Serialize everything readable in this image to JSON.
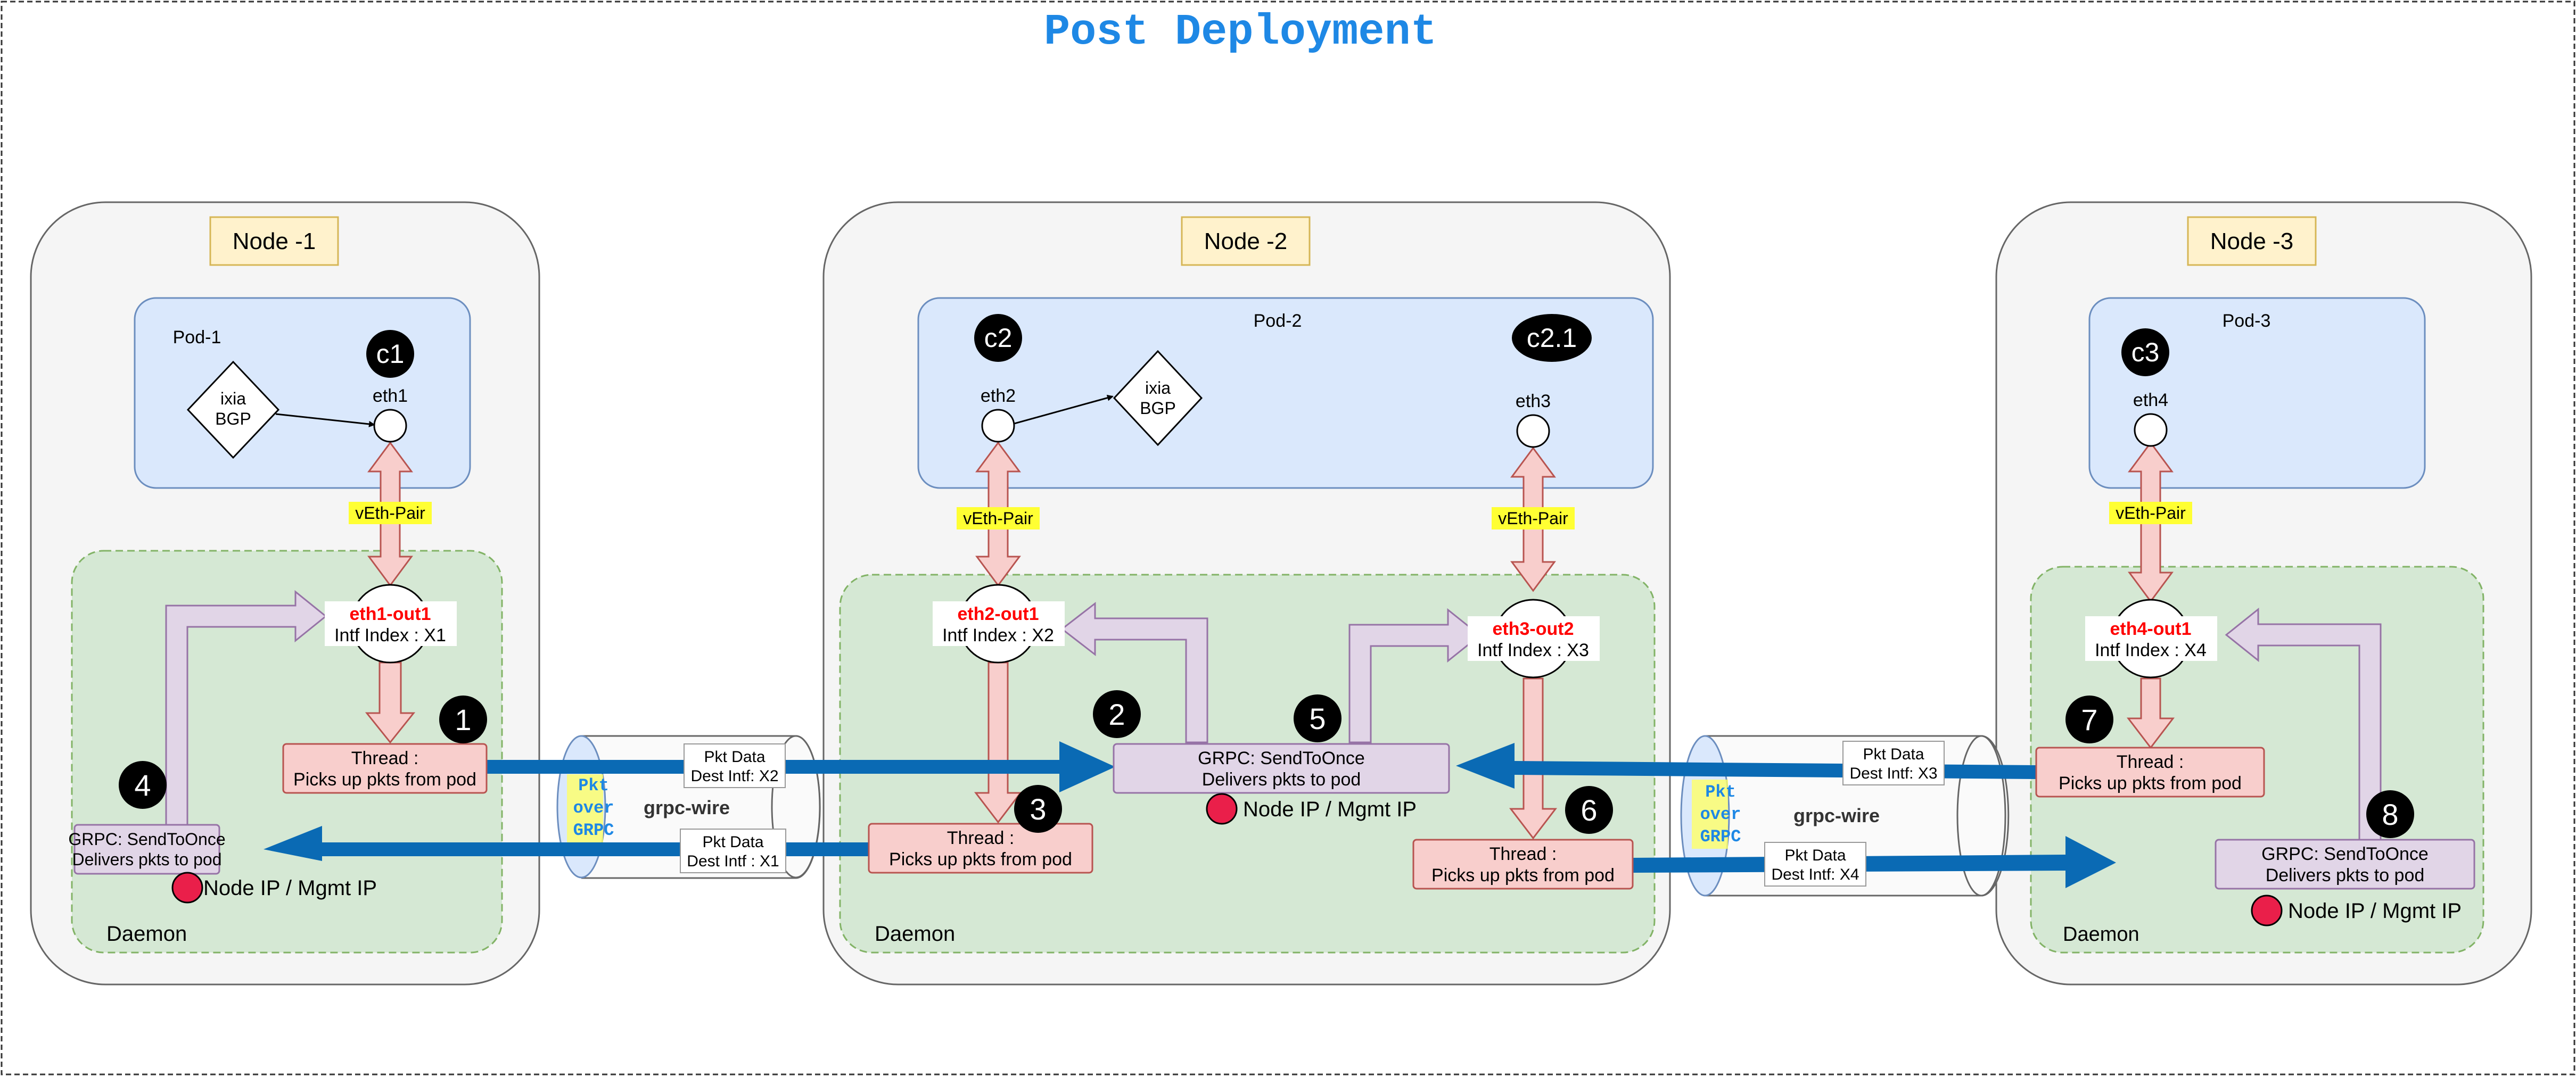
{
  "title": "Post Deployment",
  "colors": {
    "title": "#1e88e5",
    "node_fill": "#f5f5f5",
    "node_stroke": "#666666",
    "pod_fill": "#dae8fc",
    "pod_stroke": "#6c8ebf",
    "daemon_fill": "#d5e8d4",
    "daemon_stroke": "#82b366",
    "thread_fill": "#f8cecc",
    "thread_stroke": "#b85450",
    "grpc_fill": "#e1d5e7",
    "grpc_stroke": "#9673a6",
    "node_label_fill": "#fff2cc",
    "node_label_stroke": "#d6b656",
    "wire_arrow": "#0a6ab4",
    "veth_highlight": "#ffff33",
    "iface_label": "#ff0000",
    "mgmt_dot": "#ea1f4a"
  },
  "nodes": [
    {
      "label": "Node -1",
      "pod": {
        "label": "Pod-1",
        "container_badge": "c1",
        "device": {
          "name": "ixia",
          "protocol": "BGP"
        },
        "interface": "eth1"
      },
      "veth_label": "vEth-Pair",
      "intf": {
        "name": "eth1-out1",
        "index": "Intf Index : X1"
      },
      "thread": {
        "title": "Thread :",
        "desc": "Picks up pkts from pod"
      },
      "grpc": {
        "title": "GRPC: SendToOnce",
        "desc": "Delivers pkts to pod"
      },
      "mgmt": "Node IP / Mgmt IP",
      "daemon": "Daemon"
    },
    {
      "label": "Node -2",
      "pod": {
        "label": "Pod-2",
        "container_badge": "c2",
        "container_badge_2": "c2.1",
        "device": {
          "name": "ixia",
          "protocol": "BGP"
        },
        "interface": "eth2",
        "interface_2": "eth3"
      },
      "veth_label": "vEth-Pair",
      "veth_label_2": "vEth-Pair",
      "intf": {
        "name": "eth2-out1",
        "index": "Intf Index : X2"
      },
      "intf_2": {
        "name": "eth3-out2",
        "index": "Intf Index : X3"
      },
      "thread": {
        "title": "Thread :",
        "desc": "Picks up pkts from pod"
      },
      "thread_2": {
        "title": "Thread :",
        "desc": "Picks up pkts from pod"
      },
      "grpc": {
        "title": "GRPC: SendToOnce",
        "desc": "Delivers pkts to pod"
      },
      "mgmt": "Node IP / Mgmt IP",
      "daemon": "Daemon"
    },
    {
      "label": "Node -3",
      "pod": {
        "label": "Pod-3",
        "container_badge": "c3",
        "interface": "eth4"
      },
      "veth_label": "vEth-Pair",
      "intf": {
        "name": "eth4-out1",
        "index": "Intf Index : X4"
      },
      "thread": {
        "title": "Thread :",
        "desc": "Picks up pkts from pod"
      },
      "grpc": {
        "title": "GRPC: SendToOnce",
        "desc": "Delivers pkts to pod"
      },
      "mgmt": "Node IP / Mgmt IP",
      "daemon": "Daemon"
    }
  ],
  "wires": [
    {
      "label": "grpc-wire",
      "pkt_over": [
        "Pkt",
        "over",
        "GRPC"
      ],
      "top_label": [
        "Pkt Data",
        "Dest Intf: X2"
      ],
      "bottom_label": [
        "Pkt Data",
        "Dest Intf : X1"
      ]
    },
    {
      "label": "grpc-wire",
      "pkt_over": [
        "Pkt",
        "over",
        "GRPC"
      ],
      "top_label": [
        "Pkt Data",
        "Dest Intf: X3"
      ],
      "bottom_label": [
        "Pkt Data",
        "Dest Intf: X4"
      ]
    }
  ],
  "steps": [
    "1",
    "2",
    "3",
    "4",
    "5",
    "6",
    "7",
    "8"
  ]
}
